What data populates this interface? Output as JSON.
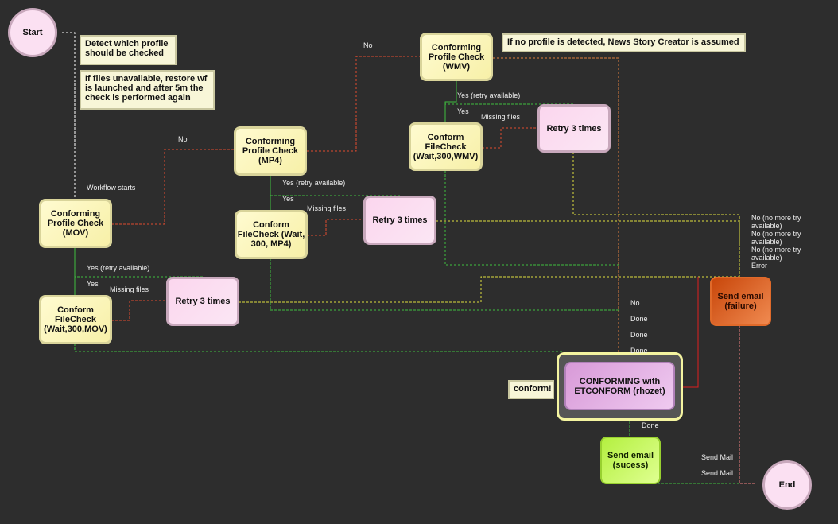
{
  "nodes": {
    "start": "Start",
    "end": "End",
    "profile_mov": "Conforming Profile Check (MOV)",
    "profile_mp4": "Conforming Profile Check (MP4)",
    "profile_wmv": "Conforming Profile Check (WMV)",
    "filecheck_mov": "Conform FileCheck (Wait,300,MOV)",
    "filecheck_mp4": "Conform FileCheck (Wait, 300, MP4)",
    "filecheck_wmv": "Conform FileCheck (Wait,300,WMV)",
    "retry_mov": "Retry 3 times",
    "retry_mp4": "Retry 3 times",
    "retry_wmv": "Retry 3 times",
    "email_failure": "Send email (failure)",
    "email_success": "Send email (sucess)",
    "conforming": "CONFORMING with ETCONFORM (rhozet)"
  },
  "notes": {
    "detect": "Detect which profile should be checked",
    "restore": "If files unavailable, restore wf is launched and after 5m the check is performed again",
    "default_profile": "If no profile is detected, News Story Creator is assumed",
    "conform": "conform!"
  },
  "labels": {
    "workflow_starts": "Workflow starts",
    "no_mov": "No",
    "no_mp4": "No",
    "yes_retry_mov": "Yes (retry available)",
    "yes_mov": "Yes",
    "missing_mov": "Missing files",
    "yes_retry_mp4": "Yes (retry available)",
    "yes_mp4": "Yes",
    "missing_mp4": "Missing files",
    "yes_retry_wmv": "Yes (retry available)",
    "yes_wmv": "Yes",
    "missing_wmv": "Missing files",
    "no_more_1": "No (no more try available)",
    "no_more_2": "No (no more try available)",
    "no_more_3": "No (no more try available)",
    "error": "Error",
    "no_wmv": "No",
    "done_1": "Done",
    "done_2": "Done",
    "done_3": "Done",
    "done_4": "Done",
    "send_mail_1": "Send Mail",
    "send_mail_2": "Send Mail"
  },
  "colors": {
    "background": "#2d2d2d",
    "failure": "#e06a2a",
    "success": "#b4f040"
  }
}
